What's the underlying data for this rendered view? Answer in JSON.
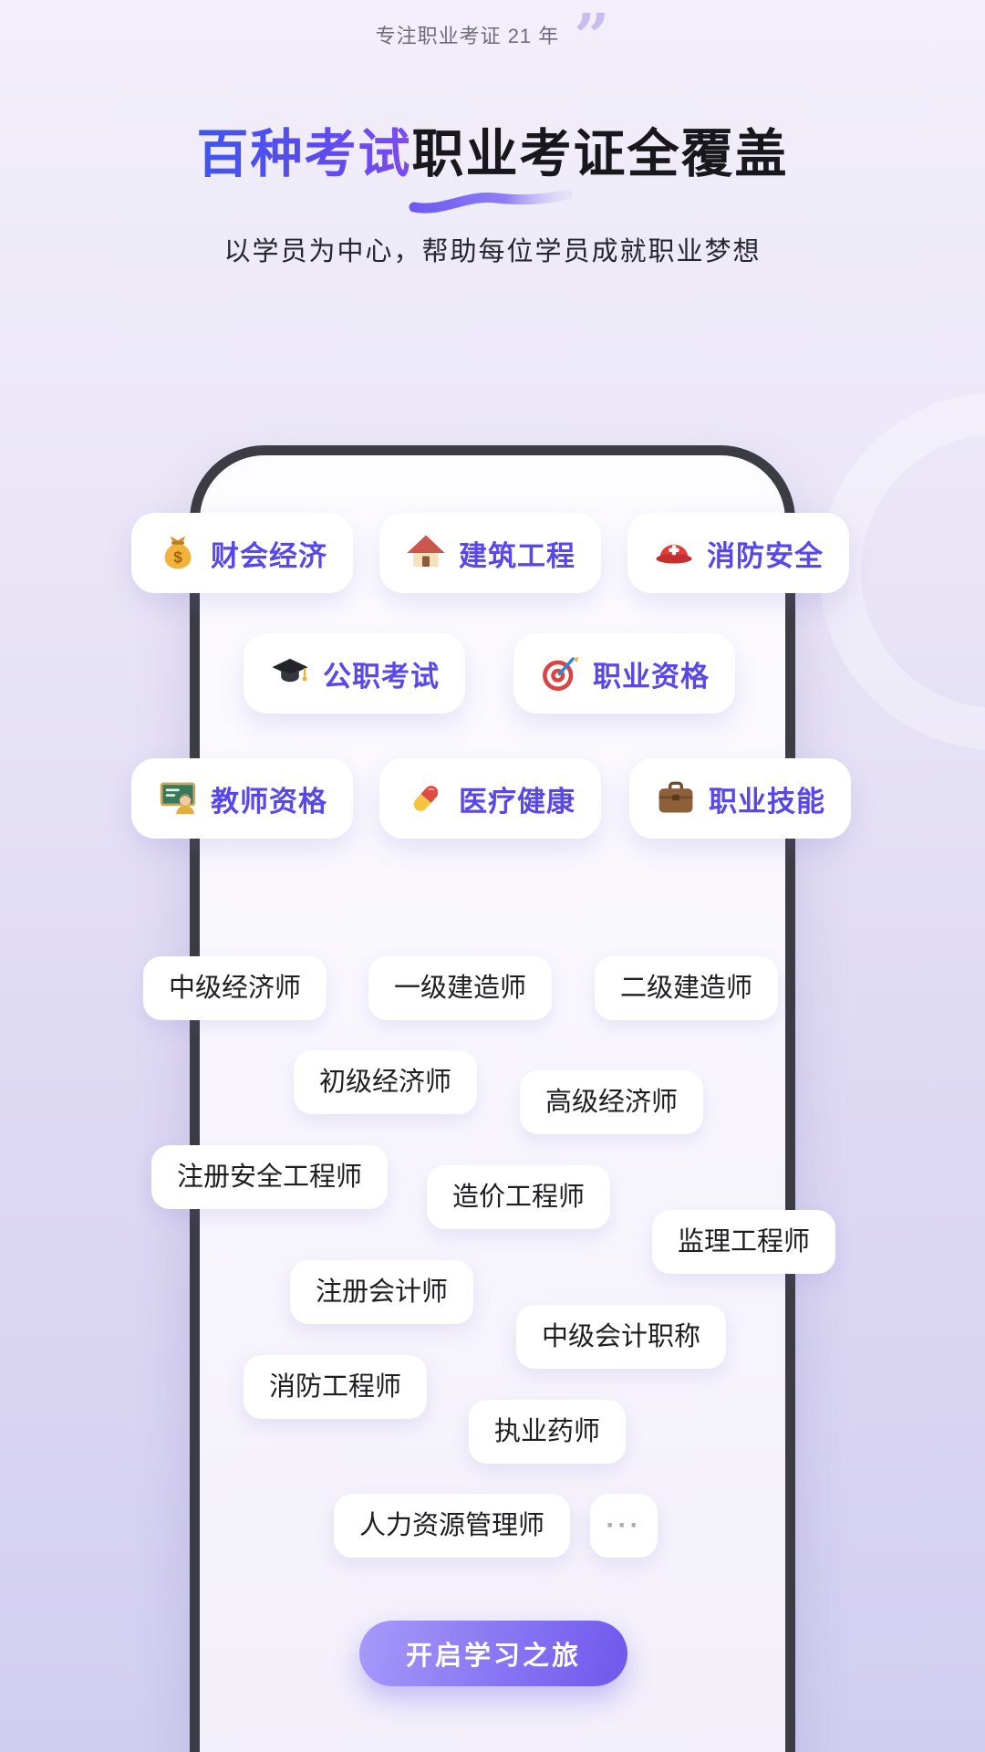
{
  "header": {
    "tagline": "专注职业考证 21 年",
    "quote_glyph": "”",
    "title_highlight": "百种考试",
    "title_rest": "职业考证全覆盖",
    "subtitle": "以学员为中心，帮助每位学员成就职业梦想"
  },
  "categories": [
    {
      "label": "财会经济",
      "icon": "money-bag-icon"
    },
    {
      "label": "建筑工程",
      "icon": "house-icon"
    },
    {
      "label": "消防安全",
      "icon": "rescue-helmet-icon"
    },
    {
      "label": "公职考试",
      "icon": "graduation-cap-icon"
    },
    {
      "label": "职业资格",
      "icon": "dartboard-icon"
    },
    {
      "label": "教师资格",
      "icon": "teacher-icon"
    },
    {
      "label": "医疗健康",
      "icon": "pill-icon"
    },
    {
      "label": "职业技能",
      "icon": "briefcase-icon"
    }
  ],
  "exam_tags": [
    "中级经济师",
    "一级建造师",
    "二级建造师",
    "初级经济师",
    "高级经济师",
    "注册安全工程师",
    "造价工程师",
    "监理工程师",
    "注册会计师",
    "中级会计职称",
    "消防工程师",
    "执业药师",
    "人力资源管理师"
  ],
  "more_label": "···",
  "cta": {
    "label": "开启学习之旅"
  },
  "colors": {
    "accent_text": "#4C49E8",
    "chip_text": "#5847EB",
    "frame": "#3C3C44",
    "button_start": "#A79AF9",
    "button_end": "#6F57EC",
    "background_top": "#F2EFFA",
    "background_bottom": "#D2CEF0"
  }
}
